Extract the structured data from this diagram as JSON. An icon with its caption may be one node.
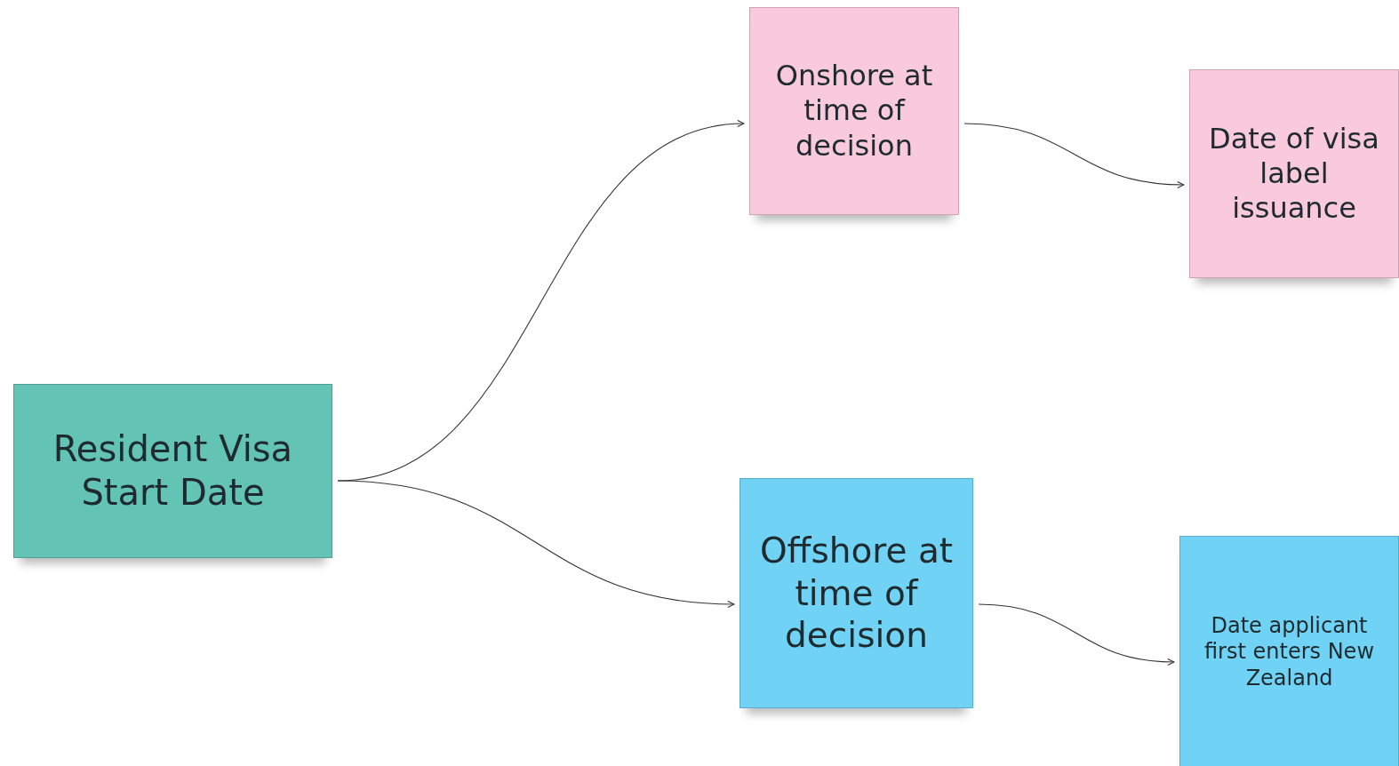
{
  "diagram": {
    "nodes": [
      {
        "text": [
          "Resident Visa Start Date"
        ]
      },
      {
        "text": [
          "Onshore at time of decision"
        ]
      },
      {
        "text": [
          "Date of visa label issuance"
        ]
      },
      {
        "text": [
          "Offshore at time of decision"
        ]
      },
      {
        "text": [
          "Date applicant first enters New Zealand"
        ]
      }
    ],
    "edges": [
      {
        "from": 0,
        "to": 1,
        "arrow": "to"
      },
      {
        "from": 0,
        "to": 3,
        "arrow": "to"
      },
      {
        "from": 1,
        "to": 2,
        "arrow": "to"
      },
      {
        "from": 3,
        "to": 4,
        "arrow": "to"
      }
    ]
  }
}
